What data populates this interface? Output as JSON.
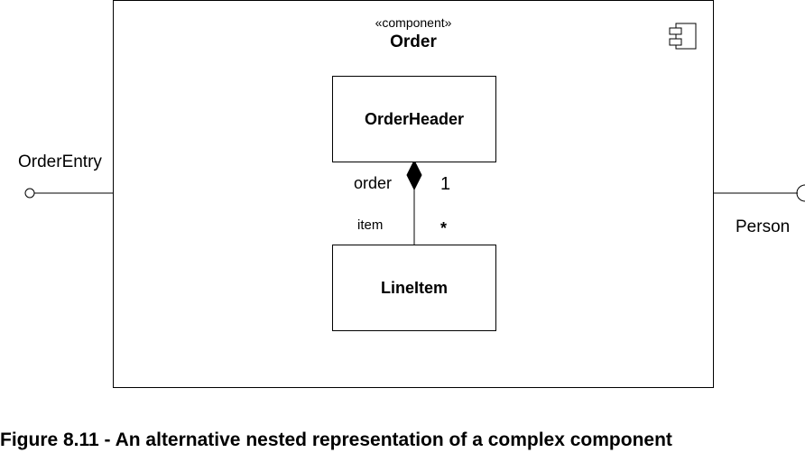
{
  "component": {
    "stereotype": "«component»",
    "name": "Order"
  },
  "parts": {
    "header": "OrderHeader",
    "line_item": "LineItem"
  },
  "association": {
    "header_role": "order",
    "header_multiplicity": "1",
    "item_role": "item",
    "item_multiplicity": "*"
  },
  "ports": {
    "provided": "OrderEntry",
    "required": "Person"
  },
  "caption": "Figure 8.11 - An alternative nested representation of a complex component"
}
